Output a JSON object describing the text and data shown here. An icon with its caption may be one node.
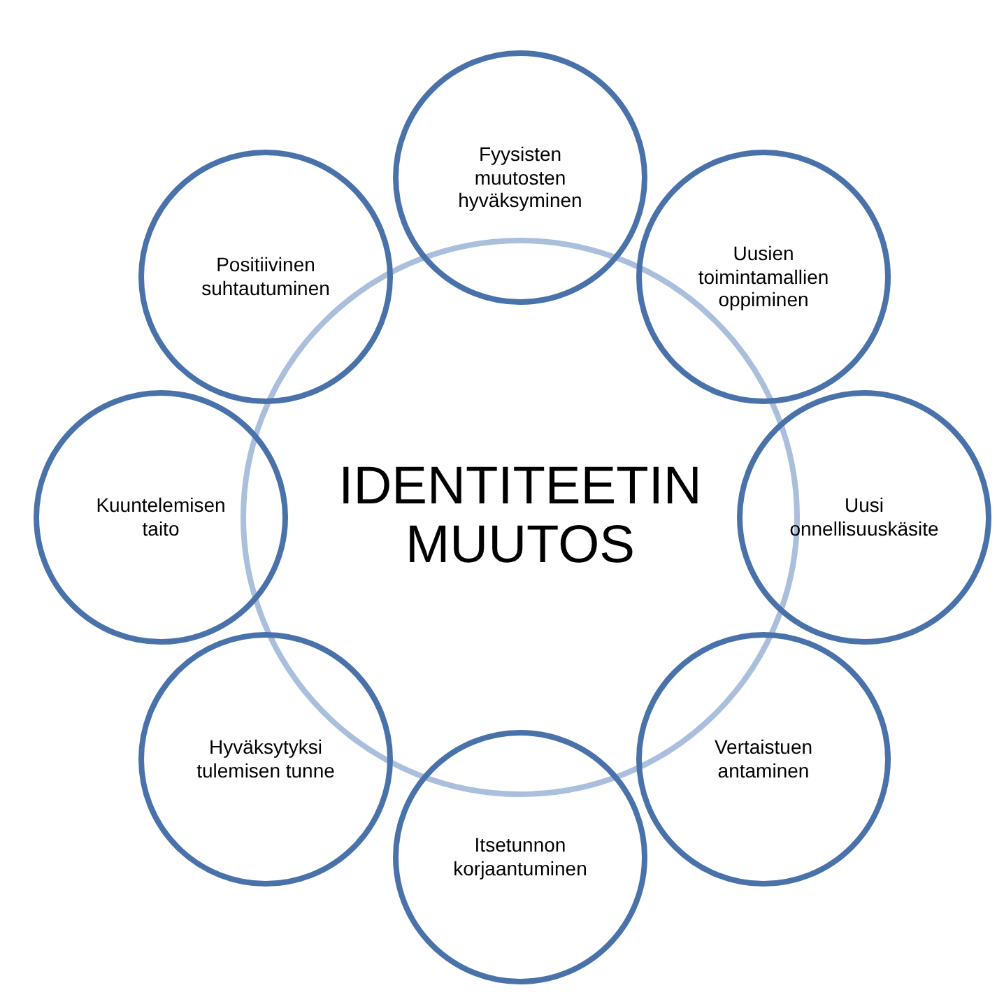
{
  "diagram": {
    "nodes": [
      {
        "text": [
          "IDENTITEETIN MUUTOS"
        ]
      },
      {
        "text": [
          "Fyysisten muutosten hyväksyminen"
        ]
      },
      {
        "text": [
          "Uusien toimintamallien oppiminen"
        ]
      },
      {
        "text": [
          "Uusi onnellisuuskäsite"
        ]
      },
      {
        "text": [
          "Vertaistuen antaminen"
        ]
      },
      {
        "text": [
          "Itsetunnon korjaantuminen"
        ]
      },
      {
        "text": [
          "Hyväksytyksi tulemisen tunne"
        ]
      },
      {
        "text": [
          "Kuuntelemisen taito"
        ]
      },
      {
        "text": [
          "Positiivinen suhtautuminen"
        ]
      }
    ],
    "edges": []
  }
}
